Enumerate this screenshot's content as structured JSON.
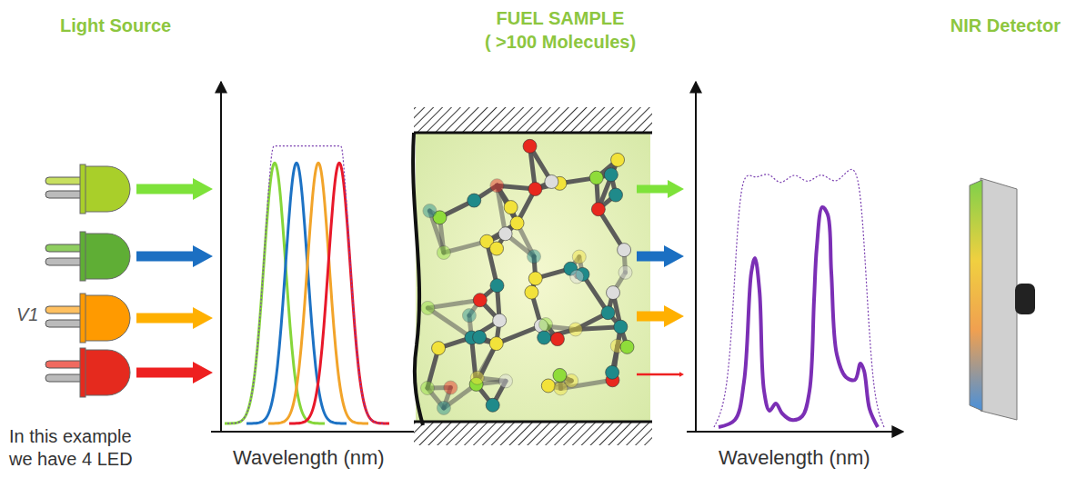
{
  "diagram": {
    "labels": [
      "Light Source",
      "FUEL SAMPLE",
      "( >100 Molecules)",
      "NIR Detector",
      "V1",
      "In this example we have 4 LED",
      "Wavelength (nm)",
      "Wavelength (nm)"
    ]
  }
}
